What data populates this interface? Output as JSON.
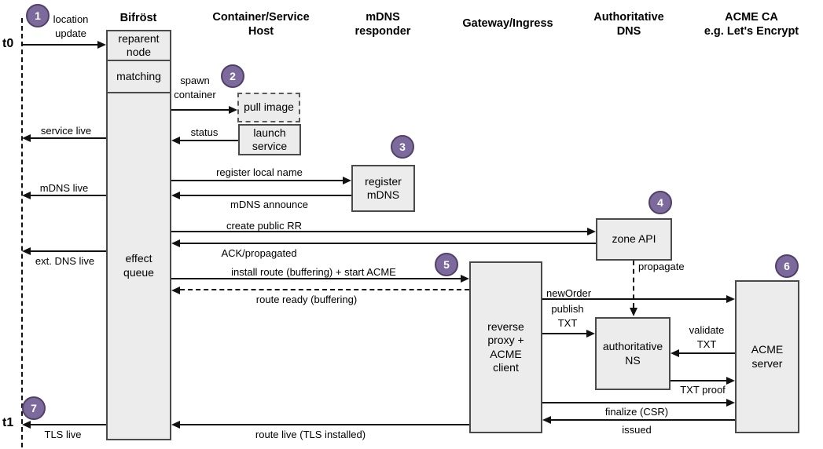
{
  "colors": {
    "badge_fill": "#7b6a9b",
    "badge_border": "#514068",
    "box_fill": "#ececec",
    "box_border": "#4a4a4a",
    "line": "#111111",
    "background": "#ffffff"
  },
  "timeline": {
    "t0": "t0",
    "t1": "t1"
  },
  "lifelines": {
    "bifrost": "Bifröst",
    "container_host": "Container/Service\nHost",
    "mdns_responder": "mDNS\nresponder",
    "gateway": "Gateway/Ingress",
    "authoritative_dns": "Authoritative\nDNS",
    "acme_ca": "ACME CA\ne.g. Let's Encrypt"
  },
  "badges": {
    "s1": "1",
    "s2": "2",
    "s3": "3",
    "s4": "4",
    "s5": "5",
    "s6": "6",
    "s7": "7"
  },
  "boxes": {
    "reparent_node": "reparent\nnode",
    "matching": "matching",
    "effect_queue": "effect\nqueue",
    "pull_image": "pull image",
    "launch_service": "launch\nservice",
    "register_mdns": "register\nmDNS",
    "zone_api": "zone API",
    "reverse_proxy": "reverse\nproxy +\nACME\nclient",
    "authoritative_ns": "authoritative\nNS",
    "acme_server": "ACME\nserver"
  },
  "messages": {
    "location_update": "location\nupdate",
    "service_live": "service live",
    "spawn_container": "spawn\ncontainer",
    "status": "status",
    "register_local_name": "register local name",
    "mdns_announce": "mDNS announce",
    "mdns_live": "mDNS live",
    "create_public_rr": "create public RR",
    "ack_propagated": "ACK/propagated",
    "ext_dns_live": "ext. DNS live",
    "install_route": "install route (buffering) + start ACME",
    "route_ready": "route ready (buffering)",
    "new_order": "newOrder",
    "publish_txt": "publish\nTXT",
    "propagate": "propagate",
    "validate_txt": "validate\nTXT",
    "txt_proof": "TXT proof",
    "finalize_csr": "finalize (CSR)",
    "issued": "issued",
    "route_live": "route live (TLS installed)",
    "tls_live": "TLS live"
  }
}
